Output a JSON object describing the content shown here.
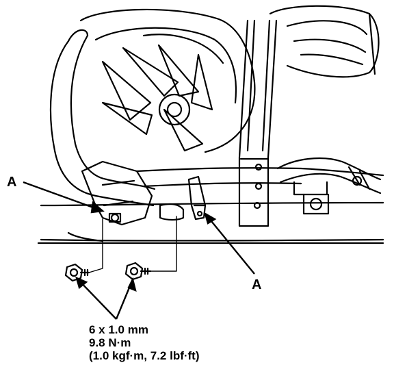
{
  "callouts": {
    "left_label": "A",
    "right_label": "A"
  },
  "spec": {
    "bolt_size": "6 x 1.0 mm",
    "torque_nm": "9.8 N·m",
    "torque_alt": "(1.0 kgf·m, 7.2 lbf·ft)"
  }
}
